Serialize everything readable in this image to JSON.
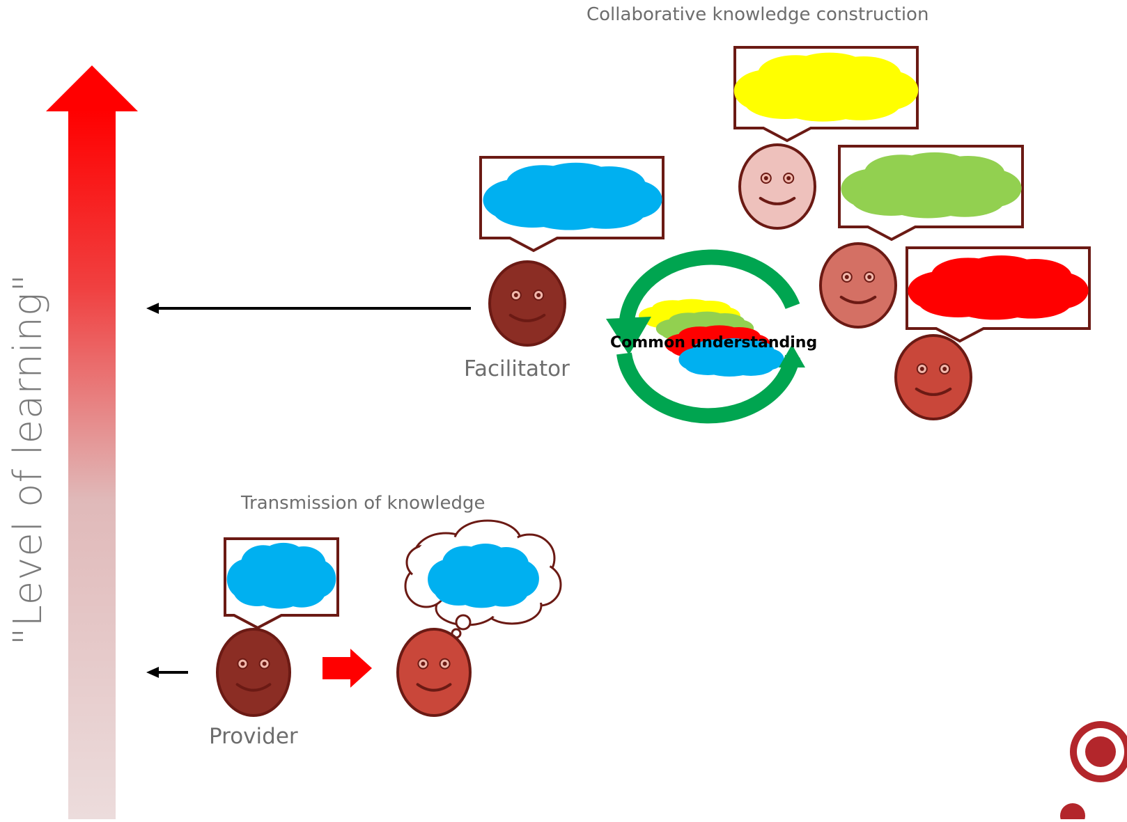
{
  "axis": {
    "title": "\"Level of learning\""
  },
  "labels": {
    "collaborative": "Collaborative knowledge construction",
    "transmission": "Transmission of knowledge",
    "facilitator": "Facilitator",
    "provider": "Provider",
    "common": "Common understanding"
  },
  "colors": {
    "arrow_red": "#ff0000",
    "outline": "#6b1a14",
    "blue": "#00b0f0",
    "yellow": "#ffff00",
    "green": "#92d050",
    "red": "#ff0000",
    "cycle_green": "#00a550",
    "face_dark": "#8b2d24",
    "face_mid": "#c9473a",
    "face_light": "#d47064",
    "face_pale": "#eec1bc"
  },
  "icons": [
    "speech-bubble",
    "thought-bubble",
    "smiley-face",
    "cycle-arrows",
    "logo-seal"
  ]
}
